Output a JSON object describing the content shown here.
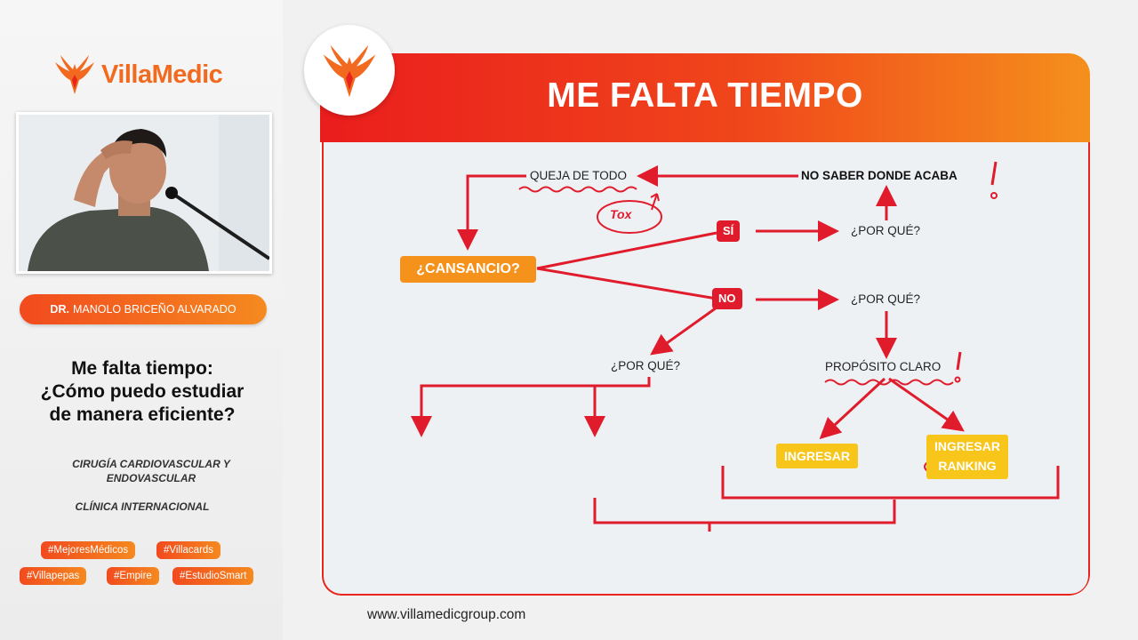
{
  "brand": {
    "name": "VillaMedic",
    "accent": "#f26a1f"
  },
  "presenter": {
    "prefix": "DR.",
    "name": "MANOLO BRICEÑO ALVARADO"
  },
  "talk": {
    "title_lines": [
      "Me falta tiempo:",
      "¿Cómo puedo estudiar",
      "de manera eficiente?"
    ],
    "specialty_lines": [
      "CIRUGÍA CARDIOVASCULAR Y",
      "ENDOVASCULAR"
    ],
    "clinic": "CLÍNICA INTERNACIONAL"
  },
  "tags": [
    "#MejoresMédicos",
    "#Villacards",
    "#Villapepas",
    "#Empire",
    "#EstudioSmart"
  ],
  "slide": {
    "title": "ME FALTA TIEMPO",
    "nodes": {
      "queja": "QUEJA DE TODO",
      "no_saber": "NO SABER DONDE ACABA",
      "tox": "Tox",
      "cansancio": "¿CANSANCIO?",
      "si": "SÍ",
      "no": "NO",
      "por_que_si": "¿POR QUÉ?",
      "por_que_no": "¿POR QUÉ?",
      "por_que_left": "¿POR QUÉ?",
      "proposito": "PROPÓSITO CLARO",
      "ingresar": "INGRESAR",
      "ingresar_ranking_1": "INGRESAR",
      "ingresar_ranking_2": "RANKING"
    },
    "colors": {
      "header_start": "#ea1d1d",
      "header_end": "#f5901c",
      "arrows": "#e01c2c",
      "orange_box": "#f5921c",
      "yellow_box": "#f8c51a"
    }
  },
  "footer": {
    "url": "www.villamedicgroup.com"
  }
}
